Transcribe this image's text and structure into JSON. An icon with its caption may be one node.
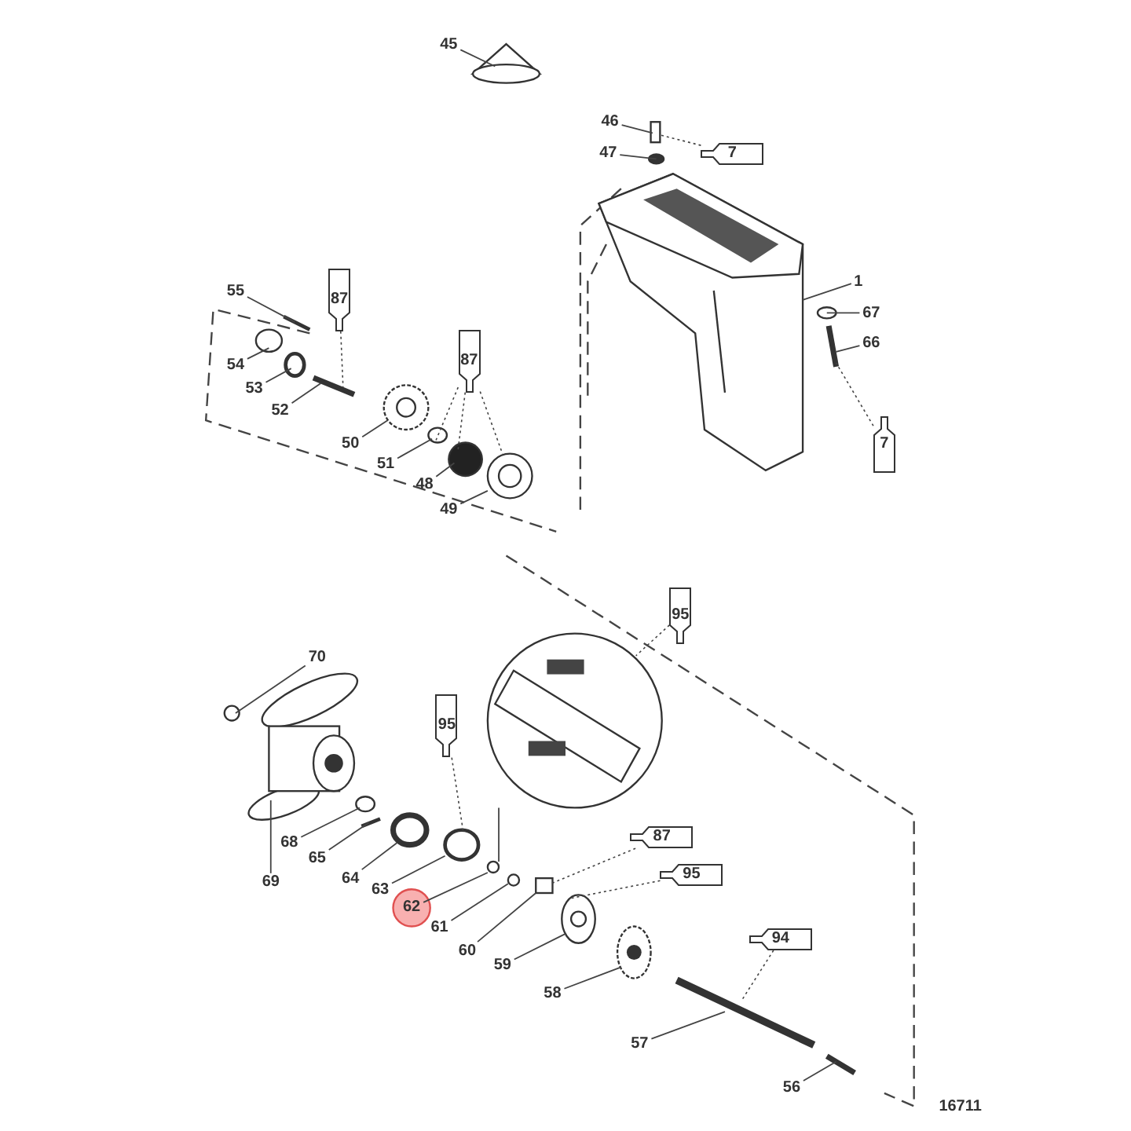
{
  "diagram": {
    "nodes": [
      {
        "text": [
          "45"
        ]
      },
      {
        "text": [
          "46"
        ]
      },
      {
        "text": [
          "47"
        ]
      },
      {
        "text": [
          "7"
        ]
      },
      {
        "text": [
          "1"
        ]
      },
      {
        "text": [
          "67"
        ]
      },
      {
        "text": [
          "66"
        ]
      },
      {
        "text": [
          "7"
        ]
      },
      {
        "text": [
          "55"
        ]
      },
      {
        "text": [
          "87"
        ]
      },
      {
        "text": [
          "54"
        ]
      },
      {
        "text": [
          "53"
        ]
      },
      {
        "text": [
          "52"
        ]
      },
      {
        "text": [
          "87"
        ]
      },
      {
        "text": [
          "50"
        ]
      },
      {
        "text": [
          "51"
        ]
      },
      {
        "text": [
          "48"
        ]
      },
      {
        "text": [
          "49"
        ]
      },
      {
        "text": [
          "70"
        ]
      },
      {
        "text": [
          "95"
        ]
      },
      {
        "text": [
          "95"
        ]
      },
      {
        "text": [
          "69"
        ]
      },
      {
        "text": [
          "68"
        ]
      },
      {
        "text": [
          "65"
        ]
      },
      {
        "text": [
          "64"
        ]
      },
      {
        "text": [
          "63"
        ]
      },
      {
        "text": [
          "62"
        ]
      },
      {
        "text": [
          "61"
        ]
      },
      {
        "text": [
          "87"
        ]
      },
      {
        "text": [
          "95"
        ]
      },
      {
        "text": [
          "60"
        ]
      },
      {
        "text": [
          "59"
        ]
      },
      {
        "text": [
          "58"
        ]
      },
      {
        "text": [
          "94"
        ]
      },
      {
        "text": [
          "57"
        ]
      },
      {
        "text": [
          "56"
        ]
      },
      {
        "text": [],
        "shape": "picture"
      },
      {
        "text": [],
        "shape": "box"
      },
      {
        "text": [],
        "shape": "circle"
      },
      {
        "text": [],
        "shape": "picture"
      },
      {
        "text": [],
        "shape": "circle"
      },
      {
        "text": [],
        "shape": "picture"
      },
      {
        "text": [],
        "shape": "picture"
      },
      {
        "text": [],
        "shape": "circle"
      },
      {
        "text": [],
        "shape": "circle"
      },
      {
        "text": [],
        "shape": "picture"
      },
      {
        "text": [],
        "shape": "picture"
      },
      {
        "text": [],
        "shape": "circle"
      },
      {
        "text": [],
        "shape": "circle"
      },
      {
        "text": [],
        "shape": "picture"
      },
      {
        "text": [],
        "shape": "circle"
      },
      {
        "text": [],
        "shape": "picture"
      },
      {
        "text": [],
        "shape": "circle"
      },
      {
        "text": [],
        "shape": "picture"
      },
      {
        "text": [],
        "shape": "circle"
      },
      {
        "text": [],
        "shape": "circle"
      },
      {
        "text": [],
        "shape": "circle"
      },
      {
        "text": [],
        "shape": "circle"
      },
      {
        "text": [],
        "shape": "box"
      },
      {
        "text": [],
        "shape": "picture"
      },
      {
        "text": [],
        "shape": "picture"
      },
      {
        "text": [],
        "shape": "picture"
      },
      {
        "text": [],
        "shape": "picture"
      },
      {
        "text": [],
        "shape": "picture"
      }
    ],
    "edges": [
      {
        "from": 0,
        "to": 36,
        "arrow": "none"
      },
      {
        "from": 1,
        "to": 37,
        "arrow": "none"
      },
      {
        "from": 2,
        "to": 38,
        "arrow": "none"
      },
      {
        "from": 3,
        "to": 37,
        "arrow": "none",
        "style": "dashed"
      },
      {
        "from": 4,
        "to": 39,
        "arrow": "none"
      },
      {
        "from": 5,
        "to": 40,
        "arrow": "none"
      },
      {
        "from": 6,
        "to": 41,
        "arrow": "none"
      },
      {
        "from": 7,
        "to": 41,
        "arrow": "none",
        "style": "dashed"
      },
      {
        "from": 8,
        "to": 42,
        "arrow": "none"
      },
      {
        "from": 9,
        "to": 45,
        "arrow": "none",
        "style": "dashed"
      },
      {
        "from": 10,
        "to": 43,
        "arrow": "none"
      },
      {
        "from": 11,
        "to": 44,
        "arrow": "none"
      },
      {
        "from": 12,
        "to": 45,
        "arrow": "none"
      },
      {
        "from": 13,
        "to": 47,
        "arrow": "none",
        "style": "dashed"
      },
      {
        "from": 13,
        "to": 48,
        "arrow": "none",
        "style": "dashed"
      },
      {
        "from": 13,
        "to": 49,
        "arrow": "none",
        "style": "dashed"
      },
      {
        "from": 14,
        "to": 46,
        "arrow": "none"
      },
      {
        "from": 15,
        "to": 47,
        "arrow": "none"
      },
      {
        "from": 16,
        "to": 48,
        "arrow": "none"
      },
      {
        "from": 17,
        "to": 49,
        "arrow": "none"
      },
      {
        "from": 18,
        "to": 50,
        "arrow": "none"
      },
      {
        "from": 19,
        "to": 55,
        "arrow": "none",
        "style": "dashed"
      },
      {
        "from": 20,
        "to": 63,
        "arrow": "none",
        "style": "dashed"
      },
      {
        "from": 21,
        "to": 51,
        "arrow": "none"
      },
      {
        "from": 22,
        "to": 52,
        "arrow": "none"
      },
      {
        "from": 23,
        "to": 53,
        "arrow": "none"
      },
      {
        "from": 24,
        "to": 54,
        "arrow": "none"
      },
      {
        "from": 25,
        "to": 55,
        "arrow": "none"
      },
      {
        "from": 26,
        "to": 56,
        "arrow": "none"
      },
      {
        "from": 27,
        "to": 57,
        "arrow": "none"
      },
      {
        "from": 28,
        "to": 58,
        "arrow": "none",
        "style": "dashed"
      },
      {
        "from": 29,
        "to": 59,
        "arrow": "none",
        "style": "dashed"
      },
      {
        "from": 30,
        "to": 58,
        "arrow": "none"
      },
      {
        "from": 31,
        "to": 59,
        "arrow": "none"
      },
      {
        "from": 32,
        "to": 60,
        "arrow": "none"
      },
      {
        "from": 33,
        "to": 61,
        "arrow": "none",
        "style": "dashed"
      },
      {
        "from": 34,
        "to": 61,
        "arrow": "none"
      },
      {
        "from": 35,
        "to": 62,
        "arrow": "none"
      },
      {
        "from": 63,
        "to": 56,
        "arrow": "none"
      }
    ],
    "labels": [
      "16711"
    ]
  }
}
